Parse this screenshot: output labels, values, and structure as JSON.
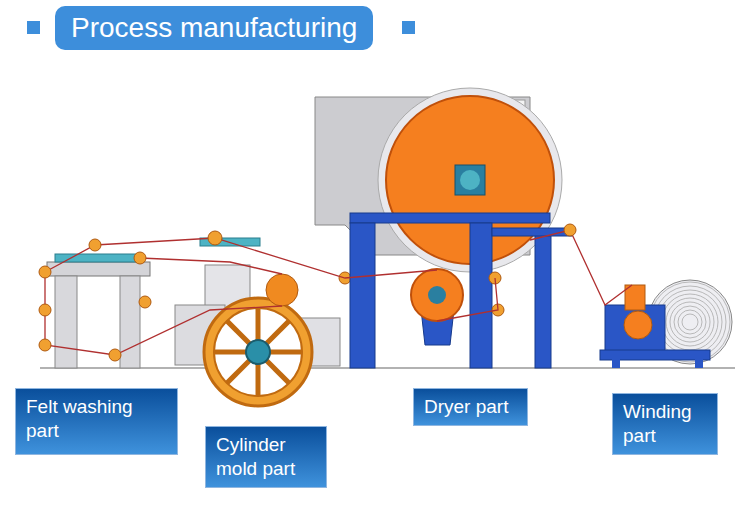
{
  "diagram": {
    "title": "Process manufacturing",
    "nodes": [
      {
        "text": [
          "Felt washing part"
        ]
      },
      {
        "text": [
          "Cylinder mold part"
        ]
      },
      {
        "text": [
          "Dryer part"
        ]
      },
      {
        "text": [
          "Winding part"
        ]
      }
    ]
  }
}
